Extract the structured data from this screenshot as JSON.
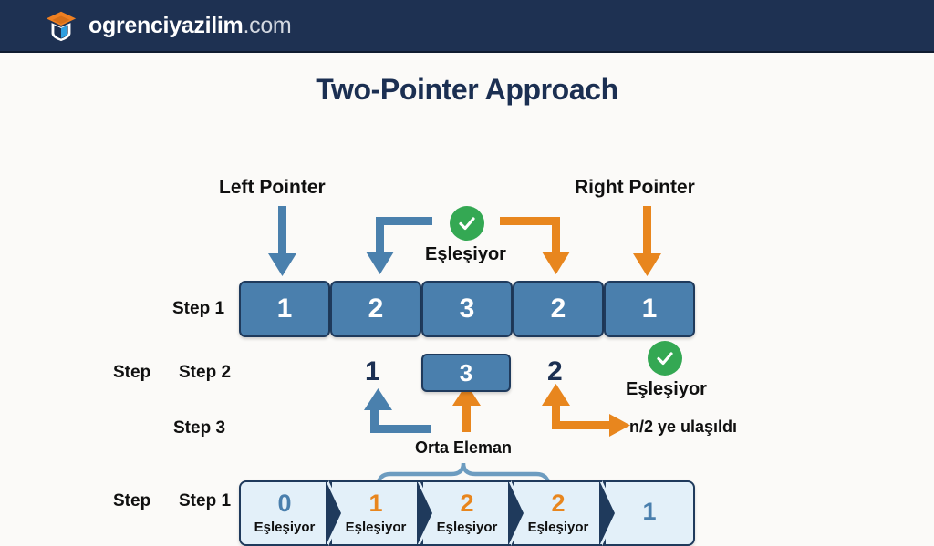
{
  "header": {
    "brand_name": "ogrenciyazilim",
    "brand_tld": ".com",
    "logo_icon": "graduation-cap-shield-icon",
    "bg_color": "#1e3152"
  },
  "diagram": {
    "title": "Two-Pointer Approach",
    "accent_blue": "#4a7fad",
    "accent_orange": "#e8861e",
    "accent_green": "#34a853",
    "border_navy": "#1f3a5c",
    "pointer_labels": {
      "left": "Left Pointer",
      "right": "Right Pointer"
    },
    "match_label": "Eşleşiyor",
    "middle_label": "Orta Eleman",
    "reached_label": "n/2 ye ulaşıldı",
    "extra_step_label": "Step",
    "rows": [
      {
        "label": "Step 1",
        "values": [
          "1",
          "2",
          "3",
          "2",
          "1"
        ]
      },
      {
        "label": "Step 2",
        "values": [
          "1",
          "3",
          "2"
        ]
      },
      {
        "label": "Step 3",
        "values": []
      },
      {
        "label": "Step 1",
        "values": [
          "0",
          "1",
          "2",
          "2",
          "1"
        ]
      }
    ],
    "bottom_cells": [
      {
        "value": "0",
        "color": "blue",
        "caption": "Eşleşiyor"
      },
      {
        "value": "1",
        "color": "orange",
        "caption": "Eşleşiyor"
      },
      {
        "value": "2",
        "color": "orange",
        "caption": "Eşleşiyor"
      },
      {
        "value": "2",
        "color": "orange",
        "caption": "Eşleşiyor"
      },
      {
        "value": "1",
        "color": "blue",
        "caption": ""
      }
    ]
  }
}
